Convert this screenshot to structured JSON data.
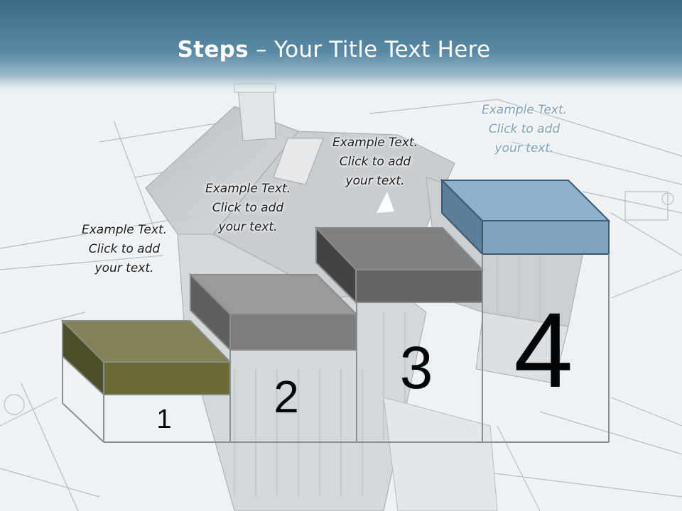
{
  "slide": {
    "title_bold": "Steps",
    "title_rest": " – Your Title Text Here"
  },
  "steps": [
    {
      "number": "1",
      "text_line1": "Example Text.",
      "text_line2": "Click  to add",
      "text_line3": "your text.",
      "color": "#6b6b35"
    },
    {
      "number": "2",
      "text_line1": "Example Text.",
      "text_line2": "Click  to add",
      "text_line3": "your text.",
      "color": "#7d7d7d"
    },
    {
      "number": "3",
      "text_line1": "Example Text.",
      "text_line2": "Click  to add",
      "text_line3": "your text.",
      "color": "#666666"
    },
    {
      "number": "4",
      "text_line1": "Example Text.",
      "text_line2": "Click  to add",
      "text_line3": "your text.",
      "color": "#7fa3be"
    }
  ],
  "colors": {
    "header_band": "#4a7690",
    "step1_block": "#6b6b35",
    "step2_block": "#7d7d7d",
    "step3_block": "#666666",
    "step4_block": "#7fa3be",
    "background": "#eef2f5"
  }
}
